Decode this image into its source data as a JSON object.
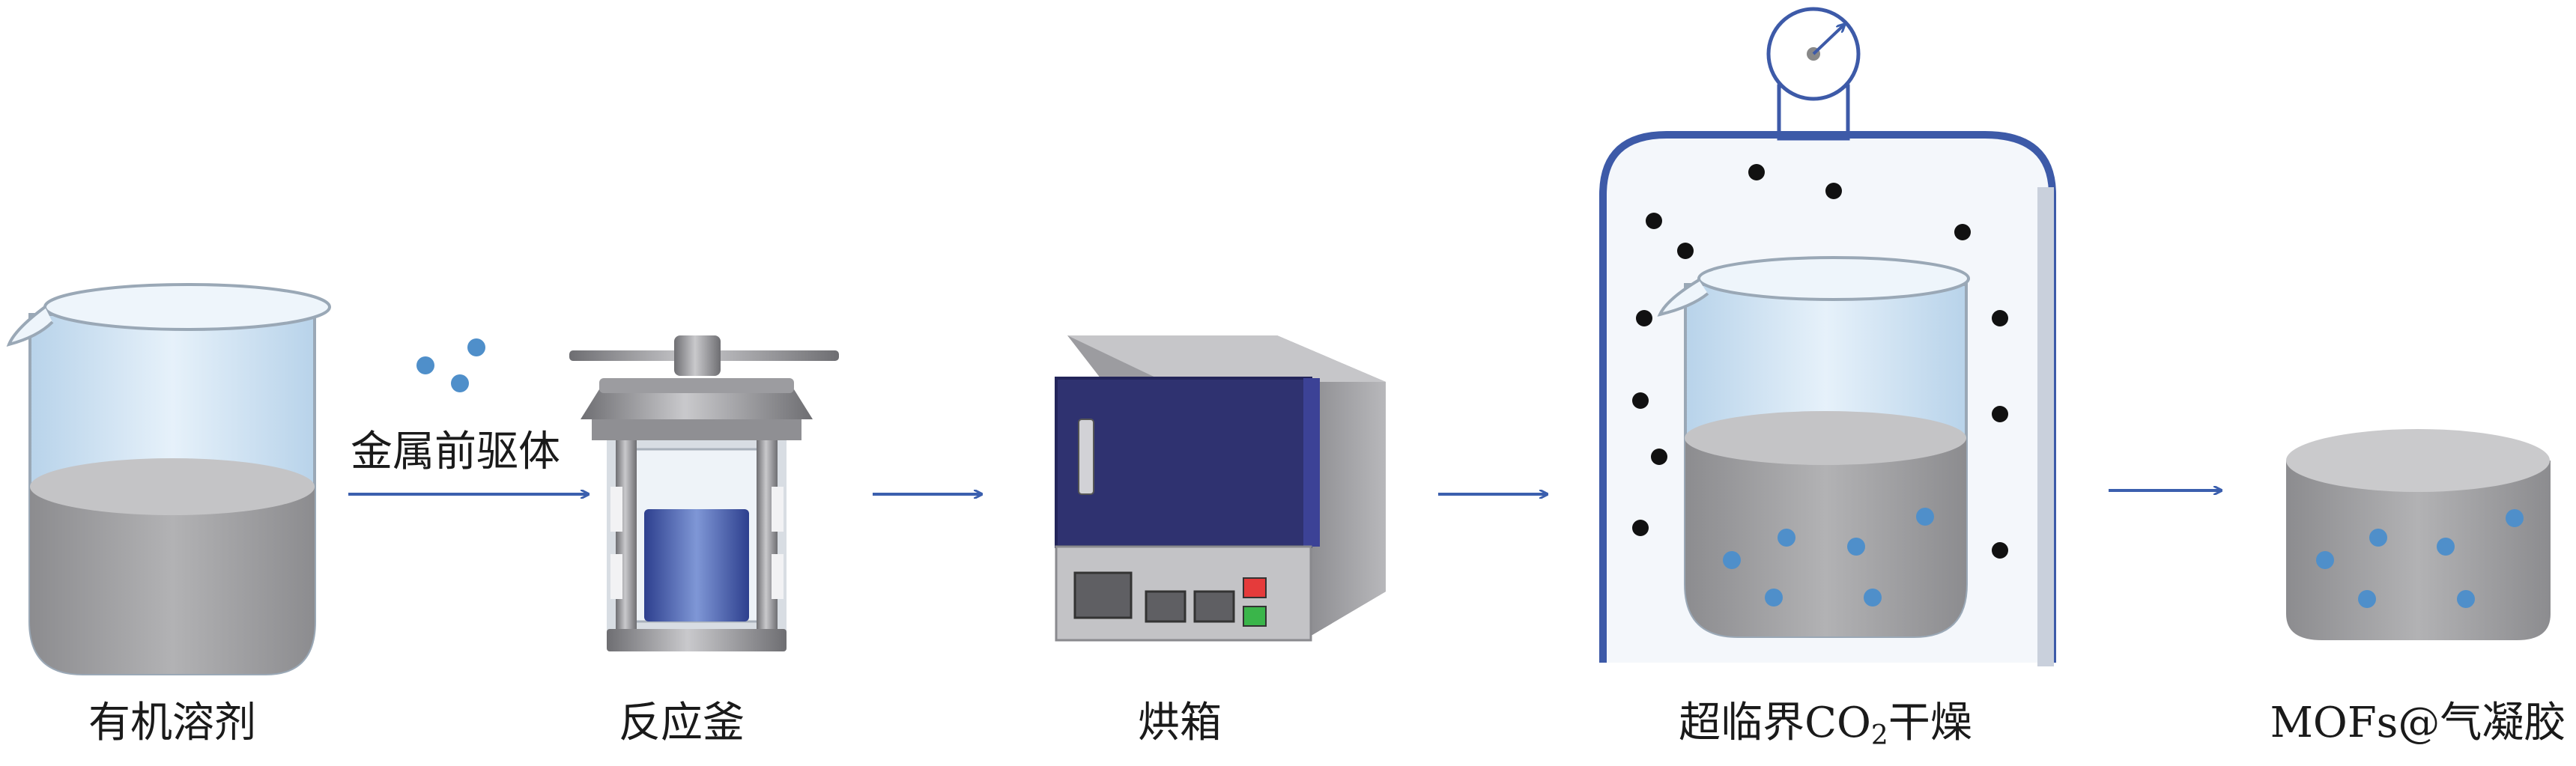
{
  "steps": [
    {
      "label": "有机溶剂"
    },
    {
      "label": "反应釜"
    },
    {
      "label": "烘箱"
    },
    {
      "label_pre": "超临界CO",
      "label_sub": "2",
      "label_post": "干燥"
    },
    {
      "label": "MOFs@气凝胶"
    }
  ],
  "arrow_label": "金属前驱体",
  "colors": {
    "arrow": "#3b5fae",
    "liquid_gray": "#a6a6a8",
    "glass_blue": "#cfe3f2",
    "dot_blue": "#4f8fca",
    "co2_dot": "#111111",
    "oven_front": "#2f3270",
    "chamber_frame": "#3d5aa8"
  }
}
